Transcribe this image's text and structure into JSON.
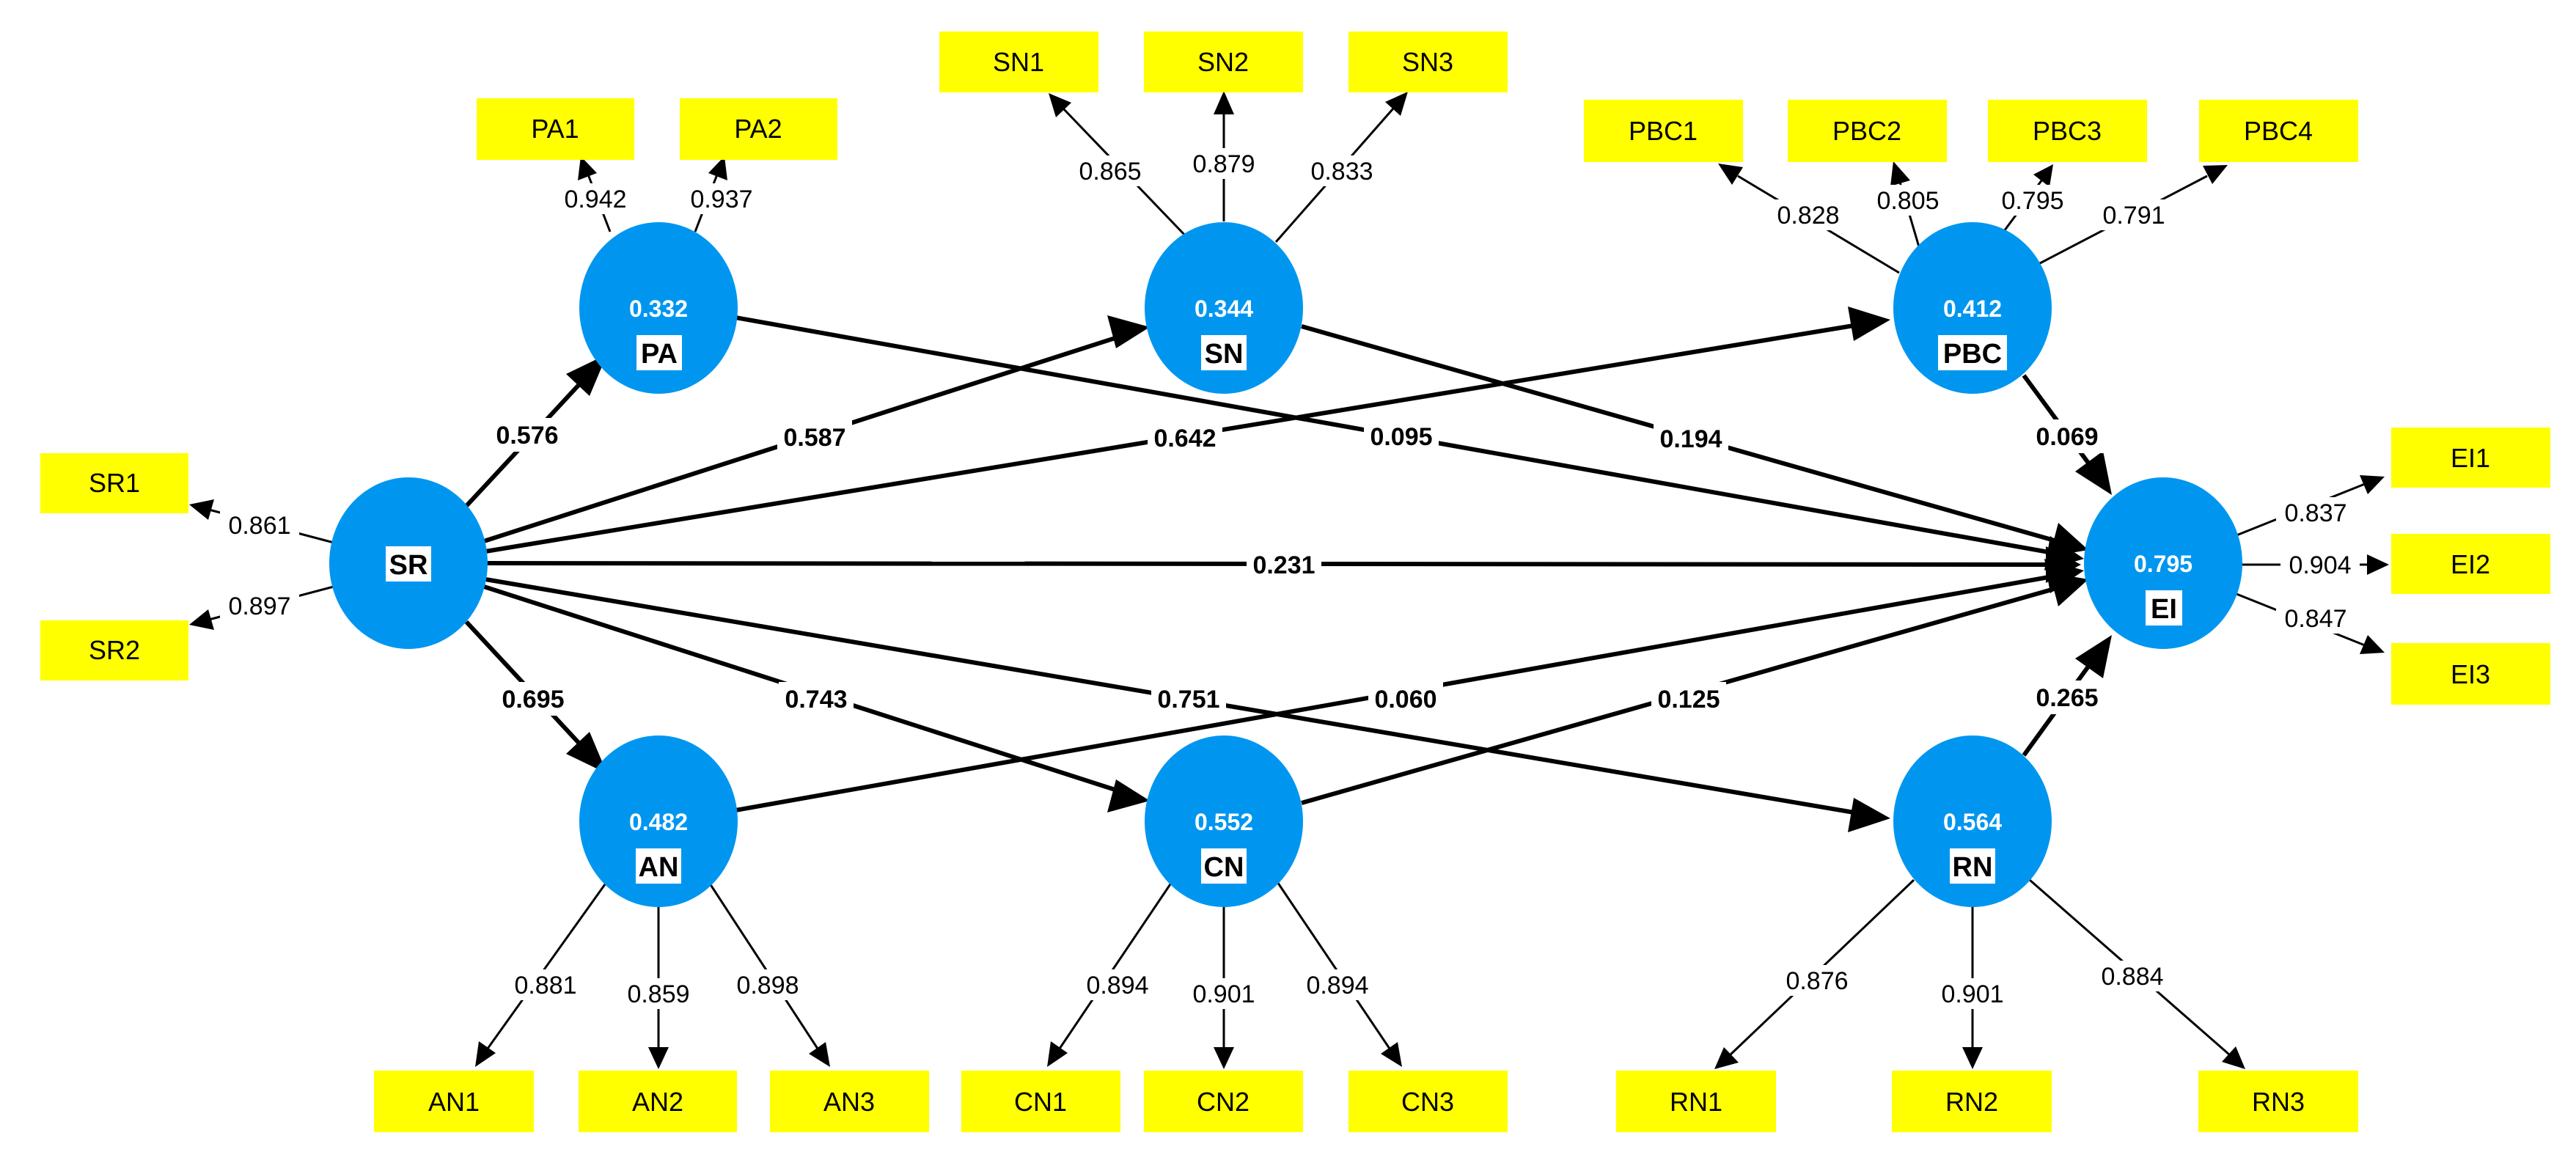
{
  "colors": {
    "construct": "#0096F0",
    "indicator": "#FFFF00",
    "line": "#000000",
    "tag": "#FFFFFF"
  },
  "constructs": {
    "SR": {
      "label": "SR",
      "r2": ""
    },
    "PA": {
      "label": "PA",
      "r2": "0.332"
    },
    "SN": {
      "label": "SN",
      "r2": "0.344"
    },
    "PBC": {
      "label": "PBC",
      "r2": "0.412"
    },
    "EI": {
      "label": "EI",
      "r2": "0.795"
    },
    "AN": {
      "label": "AN",
      "r2": "0.482"
    },
    "CN": {
      "label": "CN",
      "r2": "0.552"
    },
    "RN": {
      "label": "RN",
      "r2": "0.564"
    }
  },
  "indicators": {
    "SR1": "SR1",
    "SR2": "SR2",
    "PA1": "PA1",
    "PA2": "PA2",
    "SN1": "SN1",
    "SN2": "SN2",
    "SN3": "SN3",
    "PBC1": "PBC1",
    "PBC2": "PBC2",
    "PBC3": "PBC3",
    "PBC4": "PBC4",
    "EI1": "EI1",
    "EI2": "EI2",
    "EI3": "EI3",
    "AN1": "AN1",
    "AN2": "AN2",
    "AN3": "AN3",
    "CN1": "CN1",
    "CN2": "CN2",
    "CN3": "CN3",
    "RN1": "RN1",
    "RN2": "RN2",
    "RN3": "RN3"
  },
  "loadings": {
    "SR1": "0.861",
    "SR2": "0.897",
    "PA1": "0.942",
    "PA2": "0.937",
    "SN1": "0.865",
    "SN2": "0.879",
    "SN3": "0.833",
    "PBC1": "0.828",
    "PBC2": "0.805",
    "PBC3": "0.795",
    "PBC4": "0.791",
    "EI1": "0.837",
    "EI2": "0.904",
    "EI3": "0.847",
    "AN1": "0.881",
    "AN2": "0.859",
    "AN3": "0.898",
    "CN1": "0.894",
    "CN2": "0.901",
    "CN3": "0.894",
    "RN1": "0.876",
    "RN2": "0.901",
    "RN3": "0.884"
  },
  "paths": {
    "SR_PA": "0.576",
    "SR_SN": "0.587",
    "SR_PBC": "0.642",
    "SR_EI": "0.231",
    "SR_AN": "0.695",
    "SR_CN": "0.743",
    "SR_RN": "0.751",
    "PA_EI": "0.095",
    "SN_EI": "0.194",
    "PBC_EI": "0.069",
    "AN_EI": "0.060",
    "CN_EI": "0.125",
    "RN_EI": "0.265"
  }
}
